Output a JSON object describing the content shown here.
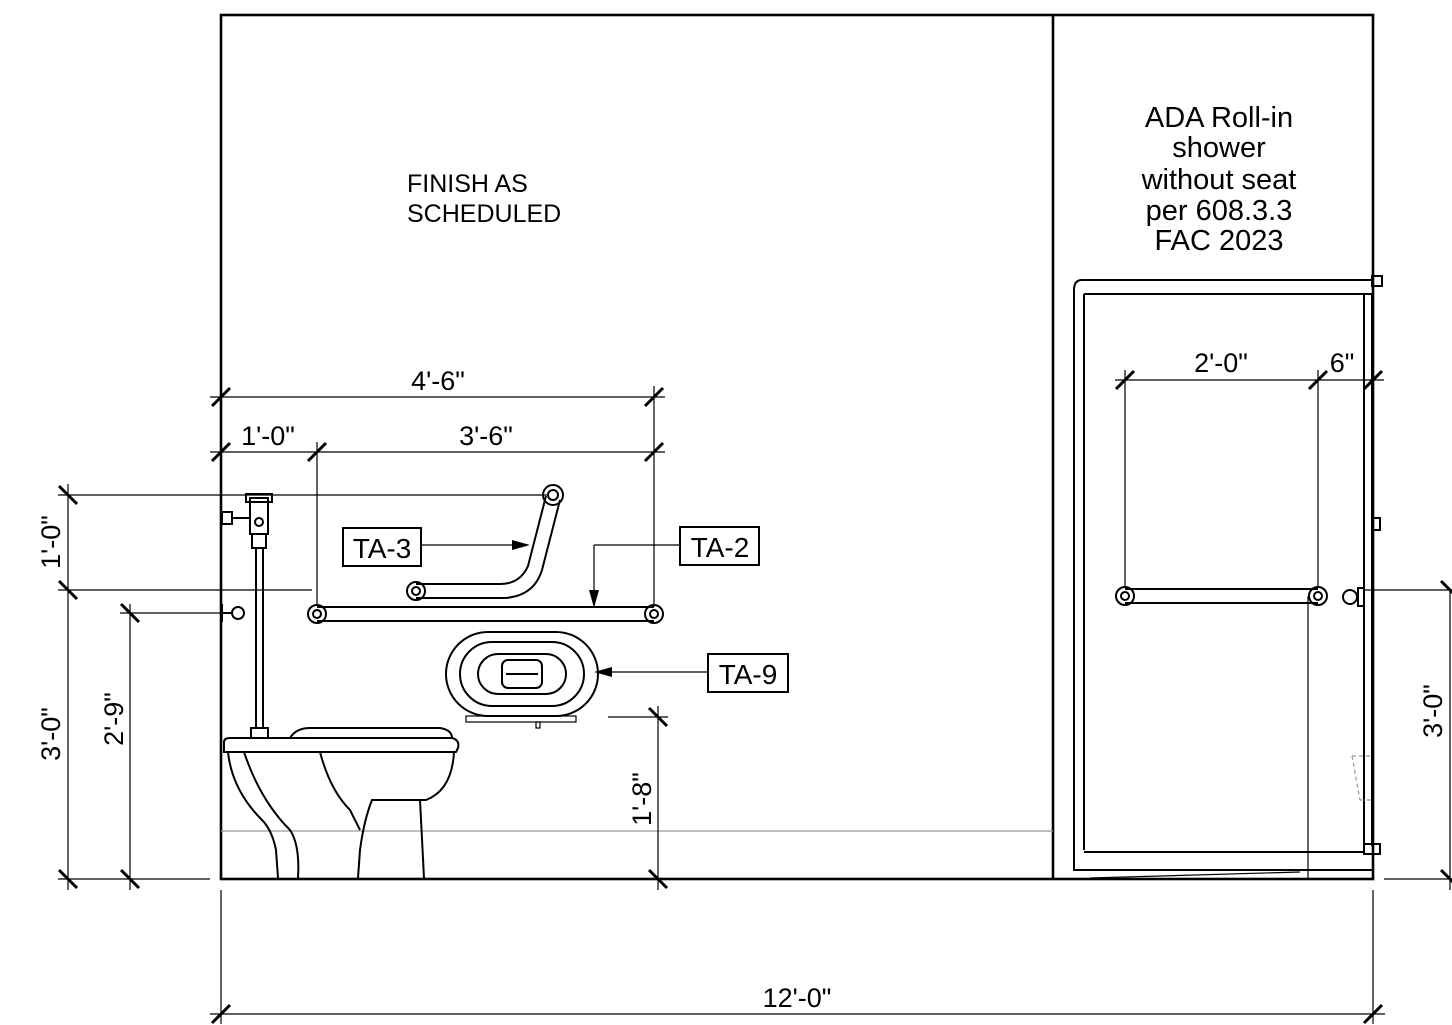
{
  "notes": {
    "finish_line1": "FINISH AS",
    "finish_line2": "SCHEDULED",
    "shower_lines": [
      "ADA Roll-in",
      "shower",
      "without seat",
      "per 608.3.3",
      "FAC 2023"
    ]
  },
  "tags": {
    "ta3": "TA-3",
    "ta2": "TA-2",
    "ta9": "TA-9"
  },
  "dimensions": {
    "overall_width": "12'-0\"",
    "grab_bar_extent": "4'-6\"",
    "bar_offset": "1'-0\"",
    "bar_length": "3'-6\"",
    "vertical_bar_rise": "1'-0\"",
    "bar_height": "3'-0\"",
    "paper_holder_height": "2'-9\"",
    "dispenser_height": "1'-8\"",
    "shower_bar_length": "2'-0\"",
    "shower_bar_offset": "6\"",
    "shower_bar_height": "3'-0\""
  }
}
